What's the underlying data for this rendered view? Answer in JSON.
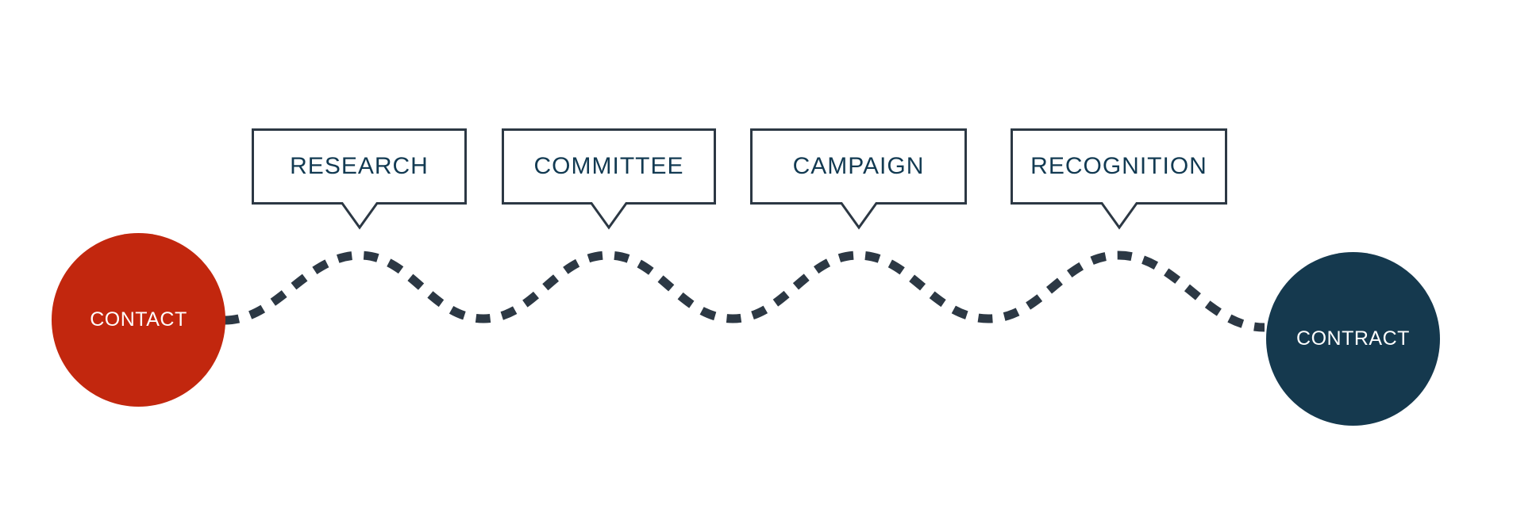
{
  "colors": {
    "background": "#ffffff",
    "node-start": "#c2270e",
    "node-end": "#15394e",
    "line": "#2c3844",
    "label-text": "#123a52",
    "node-text": "#ffffff"
  },
  "diagram": {
    "start_node": {
      "label": "CONTACT"
    },
    "end_node": {
      "label": "CONTRACT"
    },
    "steps": [
      {
        "label": "RESEARCH"
      },
      {
        "label": "COMMITTEE"
      },
      {
        "label": "CAMPAIGN"
      },
      {
        "label": "RECOGNITION"
      }
    ]
  }
}
